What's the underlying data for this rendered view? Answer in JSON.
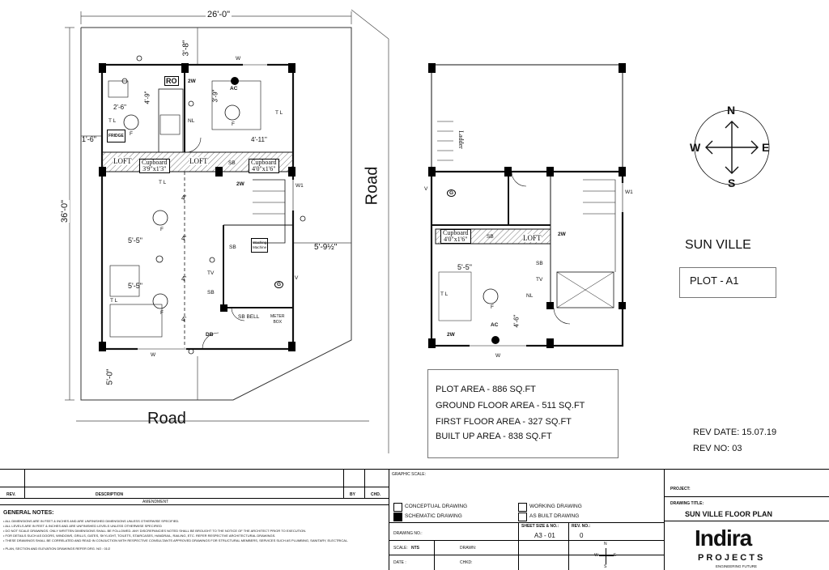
{
  "ground_floor": {
    "dim_top_width": "26'-0\"",
    "dim_left_height": "36'-0\"",
    "dim_setback_top": "3'-8\"",
    "dim_setback_left": "1'-6\"",
    "dim_setback_bottom": "5'-0\"",
    "dim_setback_right": "5'-9½\"",
    "dim_kitchen_h": "4'-9\"",
    "dim_kitchen_w": "2'-6\"",
    "dim_bed_h": "3'-9\"",
    "dim_bed_w": "4'-11\"",
    "dim_hall_w1": "5'-5\"",
    "dim_hall_w2": "5'-5\"",
    "dim_four": "4'",
    "labels": {
      "w_top": "W",
      "w_bottom": "W",
      "w_right": "W1",
      "ro": "RO",
      "two_w_top": "2W",
      "two_w_mid": "2W",
      "ac": "AC",
      "nl": "NL",
      "tl_bed": "T L",
      "tl_kitchen": "T L",
      "tl_cup": "T L",
      "tl_hall": "T L",
      "fridge": "FRIDGE",
      "f": "F",
      "loft1": "LOFT",
      "loft2": "LOFT",
      "cupboard1": "Cupboard",
      "cupboard1_size": "3'9\"x1'3\"",
      "cupboard2": "Cupboard",
      "cupboard2_size": "4'0\"x1'6\"",
      "sb": "SB",
      "tv": "TV",
      "v": "V",
      "g": "G",
      "washing": "Washing",
      "machine": "Machine",
      "bell": "SB  BELL",
      "meter": "METER",
      "box": "BOX",
      "db": "DB"
    }
  },
  "first_floor": {
    "dim_hall_w": "5'-5\"",
    "dim_four_six": "4'-6\"",
    "labels": {
      "ladder": "Ladder",
      "v": "V",
      "g": "G",
      "cupboard": "Cupboard",
      "cupboard_size": "4'0\"x1'6\"",
      "sb": "SB",
      "loft": "LOFT",
      "two_w": "2W",
      "two_w_bottom": "2W",
      "tv": "TV",
      "nl": "NL",
      "tl": "T L",
      "f": "F",
      "ac": "AC",
      "w": "W",
      "w1": "W1"
    }
  },
  "road_right": "Road",
  "road_bottom": "Road",
  "compass": {
    "n": "N",
    "s": "S",
    "e": "E",
    "w": "W"
  },
  "project_name": "SUN VILLE",
  "plot": "PLOT  - A1",
  "areas": [
    "PLOT AREA - 886 SQ.FT",
    "GROUND FLOOR AREA - 511 SQ.FT",
    "FIRST FLOOR AREA - 327 SQ.FT",
    "BUILT UP AREA - 838 SQ.FT"
  ],
  "rev_date": "REV DATE: 15.07.19",
  "rev_no": "REV NO: 03",
  "title_block": {
    "graphic_scale": "GRAPHIC SCALE:",
    "rev": "REV.",
    "description": "DESCRIPTION",
    "by": "BY",
    "chd": "CHD.",
    "amendment": "AMENDMENT",
    "general_notes_title": "GENERAL NOTES:",
    "notes": [
      "• ALL DIMENSIONS ARE IN FEET & INCHES AND ARE UNFINISHED DIMENSIONS UNLESS OTHERWISE SPECIFIED.",
      "• ALL LEVELS ARE IN FEET & INCHES AND ARE UNFINISHED LEVELS UNLESS OTHERWISE SPECIFIED",
      "• DO NOT SCALE DRAWINGS. ONLY WRITTEN DIMENSIONS SHALL BE FOLLOWED. ANY DISCREPANCIES NOTED SHALL BE BROUGHT TO THE NOTICE OF THE ARCHITECT PRIOR TO EXECUTION.",
      "• FOR DETAILS SUCH AS DOORS, WINDOWS, GRILLS, GATES, SKYLIGHT, TOILETS, STAIRCASES, HANDRAIL, RAILING, ETC. REFER RESPECTIVE ARCHITECTURAL DRAWINGS.",
      "• THESE DRAWINGS SHALL BE CORRELATED AND READ IN CONJUCTION WITH RESPECTIVE CONSULTANTS APPROVED DRAWINGS FOR STRUCTURAL MEMBERS, SERVICES SUCH AS PLUMBING, SANITARY, ELECTRICAL.",
      "• PLAN, SECTION AND ELEVATION DRAWINGS REFER DRG. NO : 01/2"
    ],
    "conceptual": "CONCEPTUAL DRAWING",
    "schematic": "SCHEMATIC DRAWING",
    "working": "WORKING DRAWING",
    "as_built": "AS BUILT DRAWING",
    "drawing_no": "DRAWING NO.:",
    "sheet_size": "SHEET SIZE & NO.:",
    "sheet_value": "A3 - 01",
    "rev_no_label": "REV. NO.:",
    "rev_no_value": "0",
    "scale_label": "SCALE:",
    "scale_value": "NTS",
    "drawn": "DRAWN:",
    "date": "DATE :",
    "chkd": "CHKD:",
    "project_label": "PROJECT:",
    "drawing_title_label": "DRAWING TITLE:",
    "drawing_title": "SUN VILLE FLOOR PLAN",
    "logo_main": "Indira",
    "logo_sub": "PROJECTS",
    "logo_tag": "ENGINEERING FUTURE",
    "mini_compass": {
      "n": "N",
      "s": "S",
      "e": "E",
      "w": "W"
    }
  }
}
